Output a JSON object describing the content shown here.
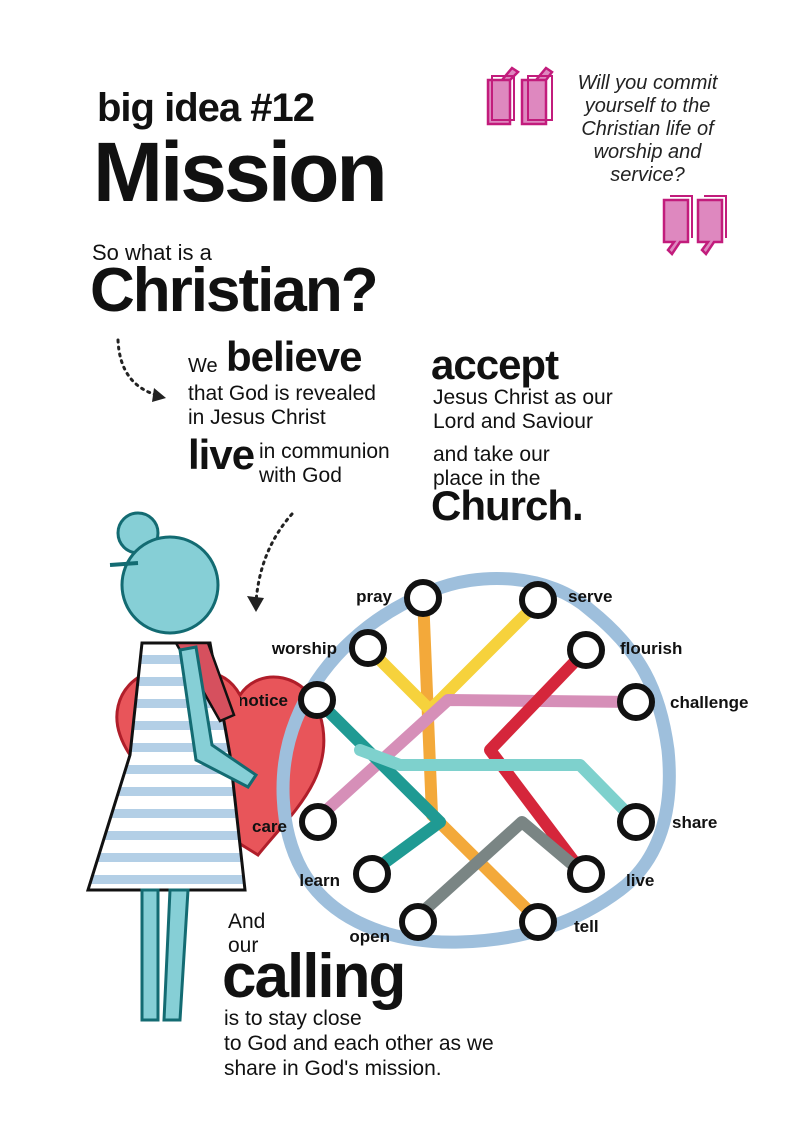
{
  "header": {
    "kicker": "big idea #12",
    "title": "Mission"
  },
  "quote": {
    "lines": [
      "Will you commit",
      "yourself to the",
      "Christian life of",
      "worship and",
      "service?"
    ]
  },
  "intro": {
    "question": "So what is a",
    "question_big": "Christian?"
  },
  "believe": {
    "we": "We",
    "word": "believe",
    "lines": [
      "that God is revealed",
      "in Jesus Christ"
    ]
  },
  "live": {
    "word": "live",
    "lines": [
      "in communion",
      "with God"
    ]
  },
  "accept": {
    "word": "accept",
    "lines": [
      "Jesus Christ as our",
      "Lord and Saviour"
    ],
    "take_lines": [
      "and take our",
      "place in the"
    ],
    "church": "Church."
  },
  "calling": {
    "and_lines": [
      "And",
      "our"
    ],
    "word": "calling",
    "lines": [
      "is to stay close",
      "to God and each other as we",
      "share in God's mission."
    ]
  },
  "map": {
    "stations": [
      "pray",
      "serve",
      "worship",
      "flourish",
      "notice",
      "challenge",
      "care",
      "share",
      "learn",
      "live",
      "open",
      "tell"
    ]
  },
  "colors": {
    "quote_pink": "#e0529b",
    "figure_teal": "#86cfd6",
    "heart_red": "#e8555a",
    "ring_blue": "#9ebfdc",
    "line_orange": "#f3a93a",
    "line_yellow": "#f6d23c",
    "line_pink": "#d68fb8",
    "line_red": "#d5263b",
    "line_teal": "#1f9a93",
    "line_lightteal": "#7ed1cd",
    "line_grey": "#7a8584"
  }
}
